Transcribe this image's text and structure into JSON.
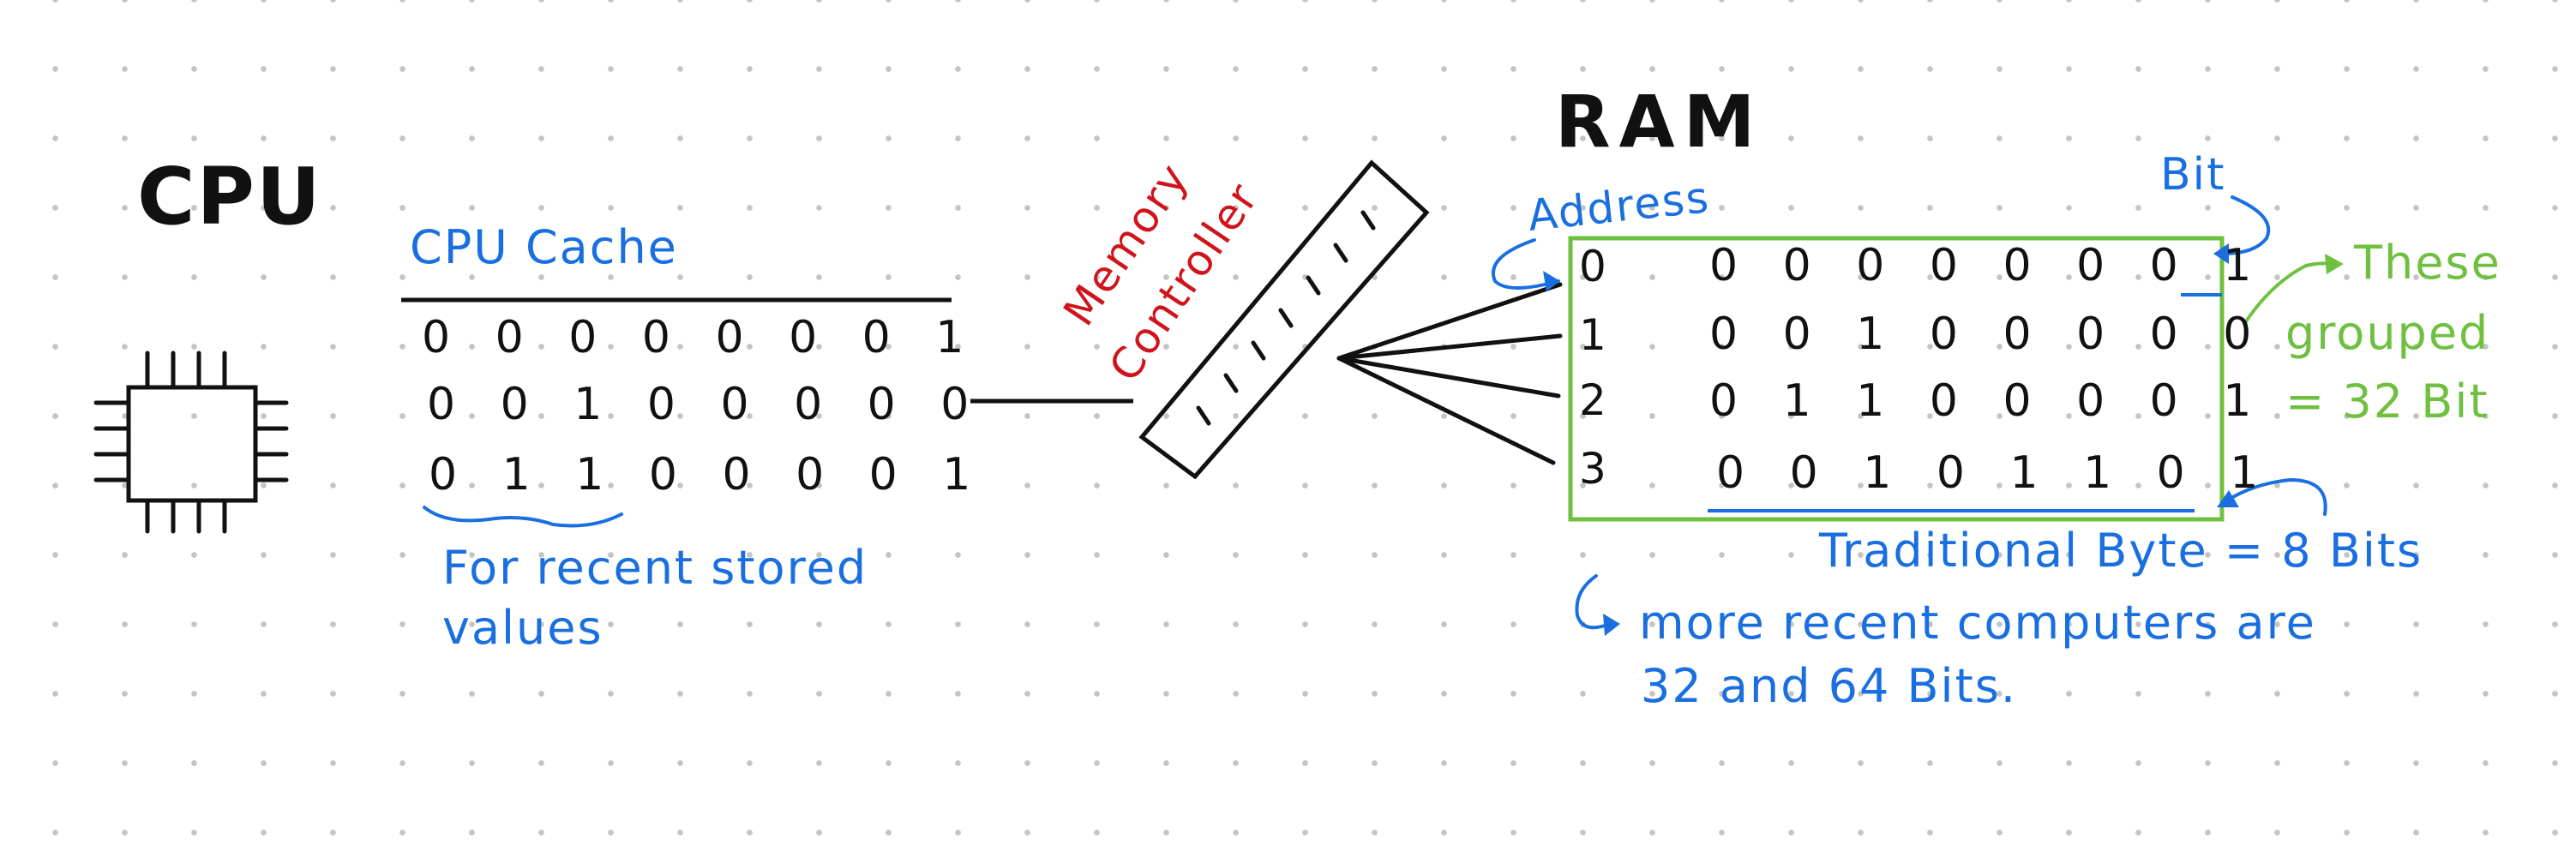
{
  "cpu": {
    "title": "CPU"
  },
  "cache": {
    "title": "CPU Cache",
    "rows": [
      "0 0 0 0 0 0 0 1",
      "0 0 1 0 0 0 0 0",
      "0 1 1 0 0 0 0 1"
    ],
    "note_line1": "For recent stored",
    "note_line2": "values"
  },
  "controller": {
    "line1": "Memory",
    "line2": "Controller"
  },
  "ram": {
    "title": "RAM",
    "address_label": "Address",
    "bit_label": "Bit",
    "addresses": [
      "0",
      "1",
      "2",
      "3"
    ],
    "rows": [
      "0 0 0 0 0 0 0 1",
      "0 0 1 0 0 0 0 0",
      "0 1 1 0 0 0 0 1",
      "0 0 1 0 1 1 0 1"
    ],
    "grouped_line1": "These",
    "grouped_line2": "grouped",
    "grouped_line3": "= 32 Bit",
    "byte_note": "Traditional Byte = 8 Bits",
    "modern_line1": "more recent computers are",
    "modern_line2": "32 and 64 Bits."
  },
  "colors": {
    "ink": "#111111",
    "blue": "#1a6fe0",
    "red": "#d0141c",
    "green": "#6fc040"
  }
}
